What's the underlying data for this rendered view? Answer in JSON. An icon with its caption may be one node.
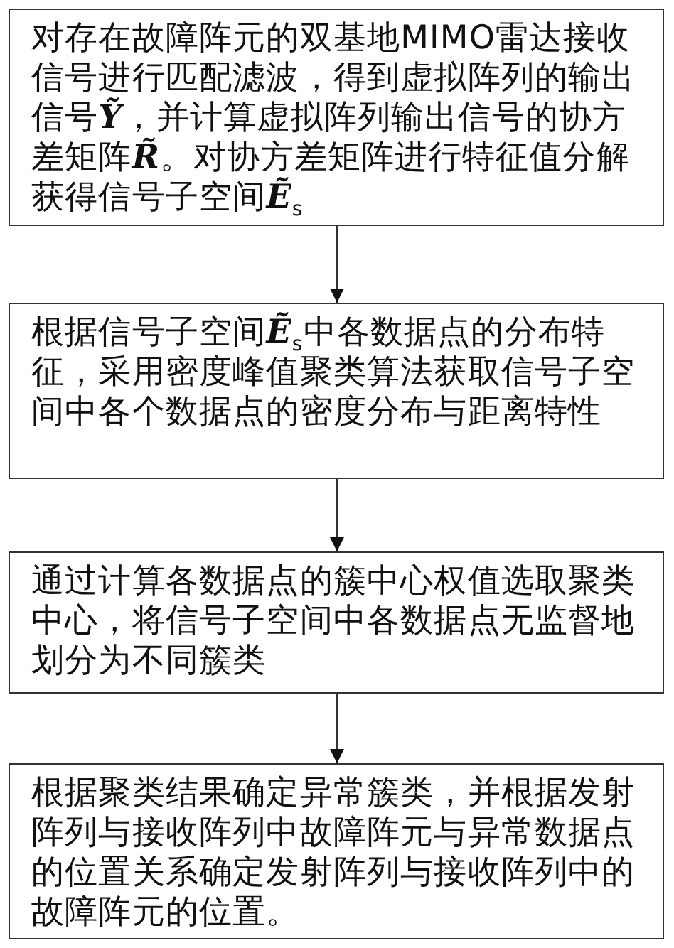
{
  "diagram": {
    "nodes": [
      {
        "text": [
          "对存在故障阵元的双基地MIMO雷达接收信号进行匹配滤波，得到虚拟阵列的输出信号**Ỹ**，并计算虚拟阵列输出信号的协方差矩阵**R̃**。对协方差矩阵进行特征值分解获得信号子空间**Ẽ**$_{s}$"
        ]
      },
      {
        "text": [
          "根据信号子空间**Ẽ**$_{s}$中各数据点的分布特征，采用密度峰值聚类算法获取信号子空间中各个数据点的密度分布与距离特性"
        ]
      },
      {
        "text": [
          "通过计算各数据点的簇中心权值选取聚类中心，将信号子空间中各数据点无监督地划分为不同簇类"
        ]
      },
      {
        "text": [
          "根据聚类结果确定异常簇类，并根据发射阵列与接收阵列中故障阵元与异常数据点的位置关系确定发射阵列与接收阵列中的故障阵元的位置。"
        ]
      }
    ],
    "edges": [
      {
        "from": 0,
        "to": 1,
        "arrow": "to"
      },
      {
        "from": 1,
        "to": 2,
        "arrow": "to"
      },
      {
        "from": 2,
        "to": 3,
        "arrow": "to"
      }
    ]
  }
}
